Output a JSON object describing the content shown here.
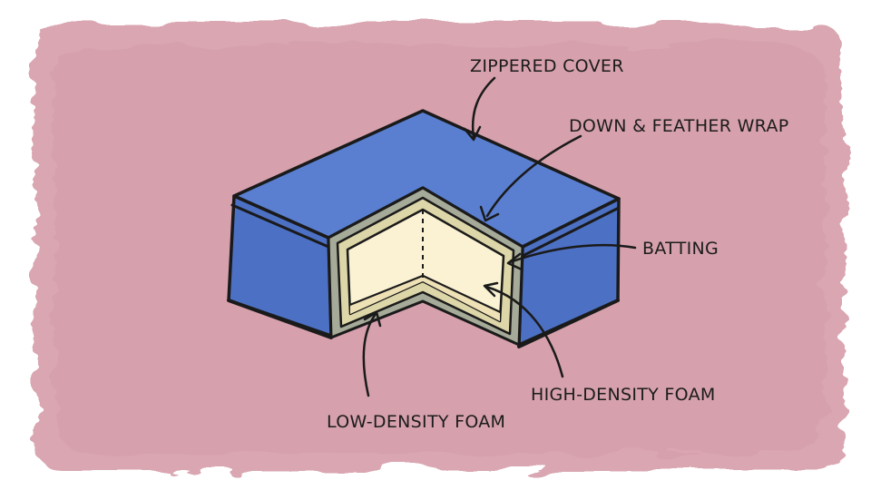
{
  "labels": {
    "zippered_cover": "ZIPPERED COVER",
    "down_feather_wrap": "DOWN & FEATHER WRAP",
    "batting": "BATTING",
    "high_density_foam": "HIGH-DENSITY FOAM",
    "low_density_foam": "LOW-DENSITY FOAM"
  },
  "colors": {
    "background_wash": "#d9a6b1",
    "cover_blue": "#5a7fd1",
    "cover_blue_dark": "#3f63b5",
    "down_feather_wrap": "#a6aa98",
    "batting": "#ddd6a8",
    "foam": "#fbf2d4",
    "ink": "#1a1a1a"
  }
}
